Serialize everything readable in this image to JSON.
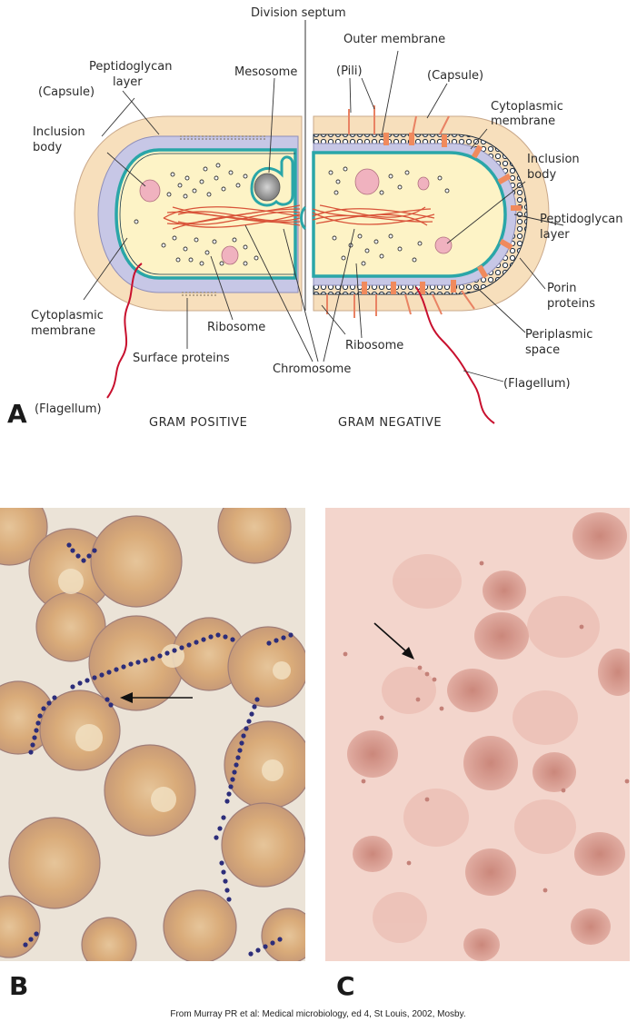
{
  "panel_a": {
    "letter": "A",
    "gram_positive_caption": "GRAM POSITIVE",
    "gram_negative_caption": "GRAM NEGATIVE",
    "labels": {
      "division_septum": "Division septum",
      "outer_membrane": "Outer membrane",
      "pili": "(Pili)",
      "capsule_right": "(Capsule)",
      "cytoplasmic_membrane_right_1": "Cytoplasmic",
      "cytoplasmic_membrane_right_2": "membrane",
      "inclusion_body_right_1": "Inclusion",
      "inclusion_body_right_2": "body",
      "peptidoglycan_right_1": "Peptidoglycan",
      "peptidoglycan_right_2": "layer",
      "porin_1": "Porin",
      "porin_2": "proteins",
      "periplasmic_1": "Periplasmic",
      "periplasmic_2": "space",
      "flagellum_right": "(Flagellum)",
      "ribosome_right": "Ribosome",
      "chromosome": "Chromosome",
      "surface_proteins": "Surface proteins",
      "ribosome_left": "Ribosome",
      "cytoplasmic_membrane_left_1": "Cytoplasmic",
      "cytoplasmic_membrane_left_2": "membrane",
      "flagellum_left": "(Flagellum)",
      "inclusion_body_left_1": "Inclusion",
      "inclusion_body_left_2": "body",
      "capsule_left": "(Capsule)",
      "peptidoglycan_left_1": "Peptidoglycan",
      "peptidoglycan_left_2": "layer",
      "mesosome": "Mesosome"
    }
  },
  "panel_b": {
    "letter": "B"
  },
  "panel_c": {
    "letter": "C"
  },
  "credit": "From Murray PR et al: Medical microbiology, ed 4, St Louis, 2002, Mosby.",
  "colors": {
    "capsule": "#f7dfbc",
    "peptidoglycan": "#c7c7e6",
    "membrane": "#2aa6a8",
    "cytoplasm": "#fdf3c6",
    "chromosome": "#d9543a",
    "pili": "#e98263",
    "flagellum": "#c8102e",
    "micrograph_b_bg": "#ebe3d7",
    "micrograph_c_bg": "#f3d5cc"
  }
}
